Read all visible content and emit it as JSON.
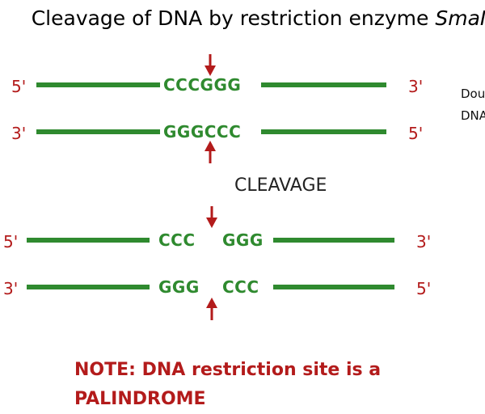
{
  "title": {
    "prefix": "Cleavage of DNA by restriction enzyme ",
    "enzyme": "SmaI"
  },
  "uncut": {
    "top": {
      "left_end": "5'",
      "sequence": "CCCGGG",
      "right_end": "3'"
    },
    "bottom": {
      "left_end": "3'",
      "sequence": "GGGCCC",
      "right_end": "5'"
    }
  },
  "side_label": {
    "line1": "Dou",
    "line2": "DNA"
  },
  "step_label": "CLEAVAGE",
  "cut": {
    "top": {
      "left_end": "5'",
      "left_sequence": "CCC",
      "right_sequence": "GGG",
      "right_end": "3'"
    },
    "bottom": {
      "left_end": "3'",
      "left_sequence": "GGG",
      "right_sequence": "CCC",
      "right_end": "5'"
    }
  },
  "note": {
    "line1": "NOTE: DNA restriction site is a",
    "line2": "PALINDROME"
  },
  "colors": {
    "strand": "#2f8a2f",
    "ends": "#b31b1b",
    "arrow": "#b31b1b",
    "note": "#b31b1b"
  },
  "icons": {
    "cut_marker": "down-arrow-icon / up-arrow-icon"
  }
}
